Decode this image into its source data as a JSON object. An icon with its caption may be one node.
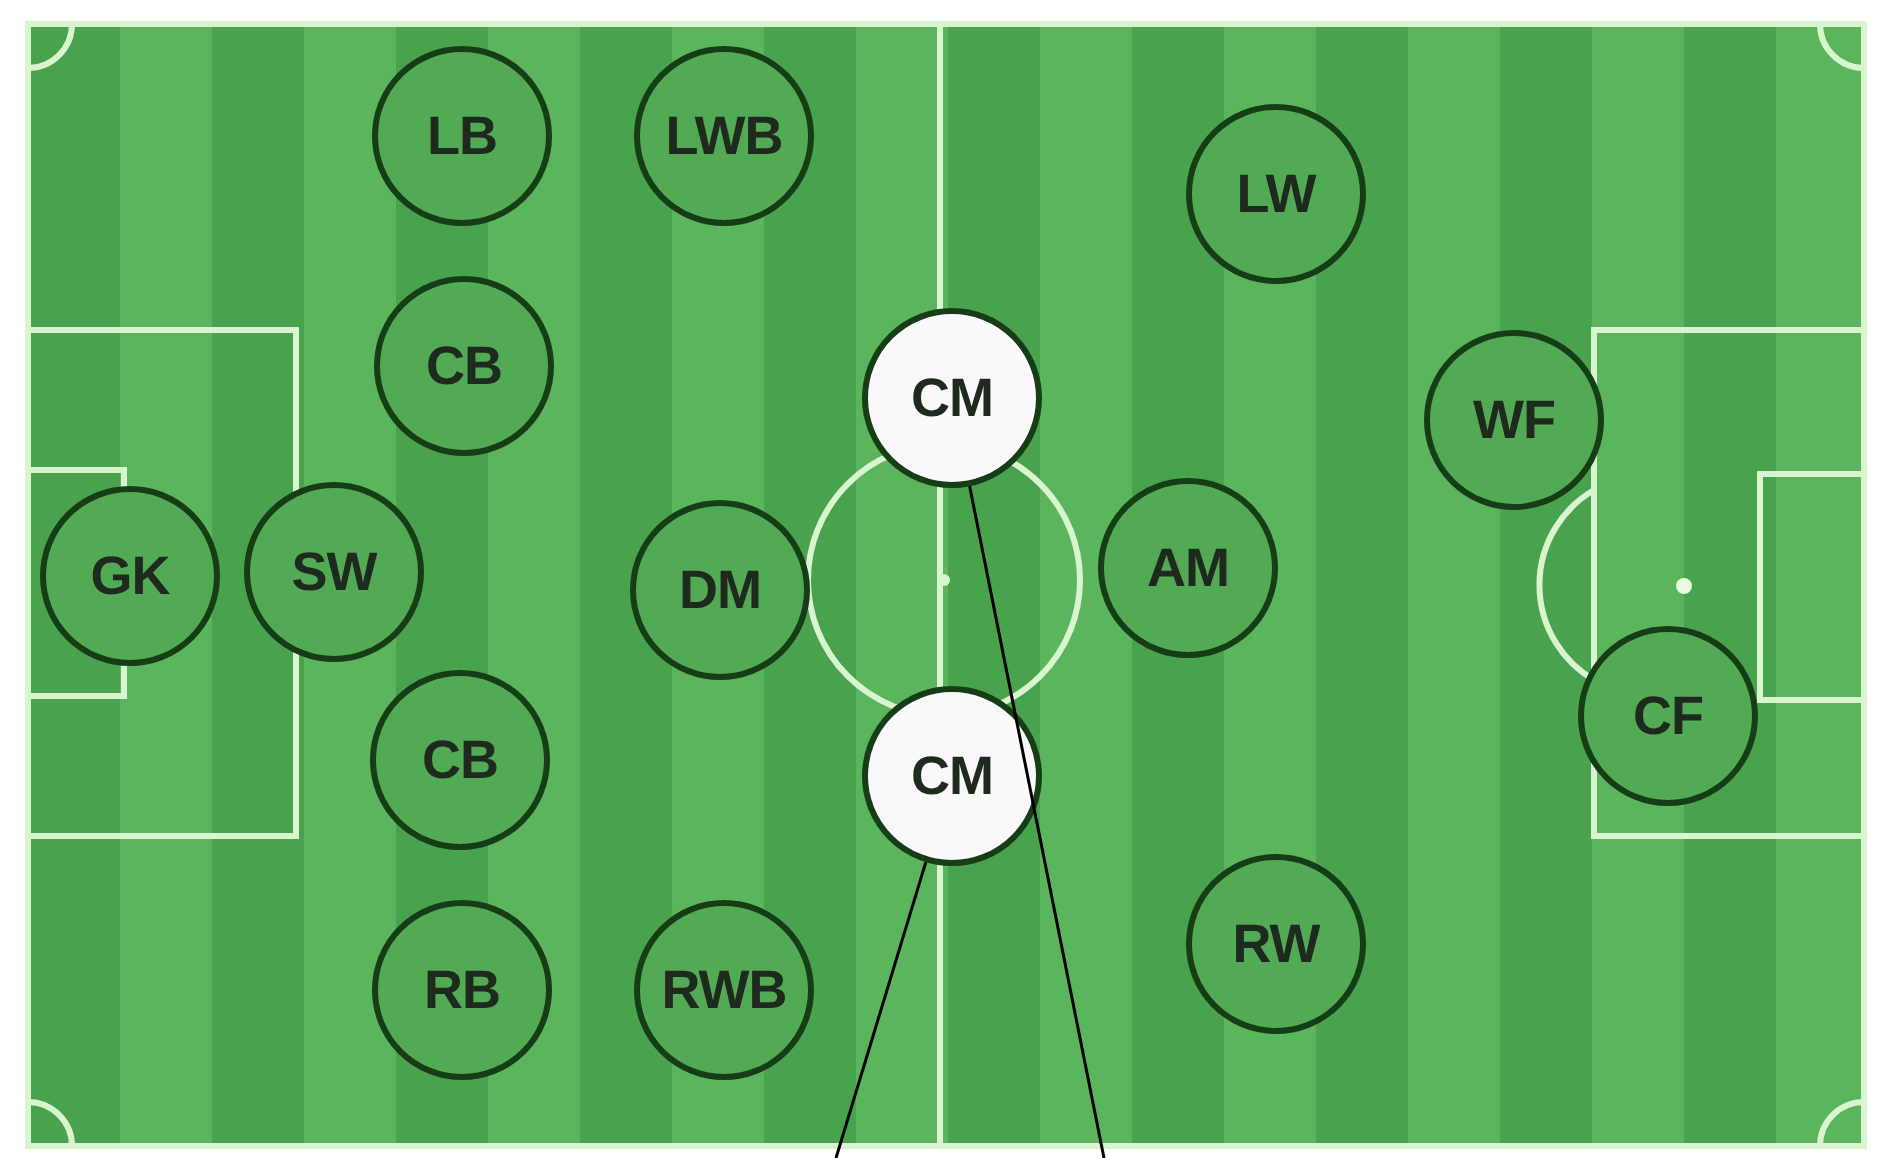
{
  "diagram": {
    "nodes": [
      {
        "text": [
          "LB"
        ]
      },
      {
        "text": [
          "LWB"
        ]
      },
      {
        "text": [
          "LW"
        ]
      },
      {
        "text": [
          "CB"
        ]
      },
      {
        "text": [
          "CM"
        ]
      },
      {
        "text": [
          "WF"
        ]
      },
      {
        "text": [
          "GK"
        ]
      },
      {
        "text": [
          "SW"
        ]
      },
      {
        "text": [
          "DM"
        ]
      },
      {
        "text": [
          "AM"
        ]
      },
      {
        "text": [
          "CF"
        ]
      },
      {
        "text": [
          "CB"
        ]
      },
      {
        "text": [
          "CM"
        ]
      },
      {
        "text": [
          "RW"
        ]
      },
      {
        "text": [
          "RB"
        ]
      },
      {
        "text": [
          "RWB"
        ]
      }
    ],
    "edges": [
      {
        "from": 4,
        "to": null,
        "arrow": "none"
      },
      {
        "from": 12,
        "to": null,
        "arrow": "none"
      }
    ]
  }
}
